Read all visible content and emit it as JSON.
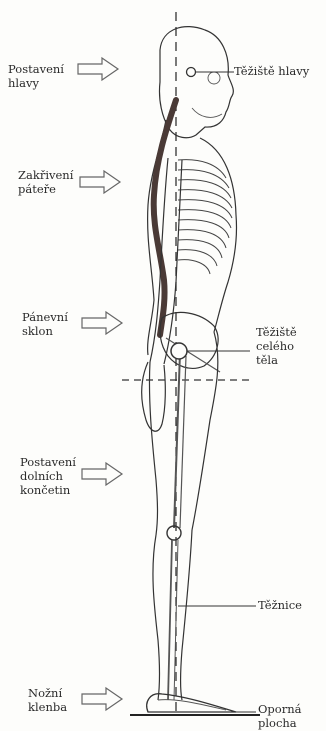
{
  "labels": {
    "left": {
      "postaveni_hlavy": [
        "Postavení",
        "hlavy"
      ],
      "zakriveni_patere": [
        "Zakřivení",
        "páteře"
      ],
      "panevni_sklon": [
        "Pánevní",
        "sklon"
      ],
      "postaveni_koncetin": [
        "Postavení",
        "dolních",
        "končetin"
      ],
      "nozni_klenba": [
        "Nožní",
        "klenba"
      ]
    },
    "right": {
      "teziste_hlavy": "Těžiště hlavy",
      "teziste_tela": [
        "Těžiště",
        "celého",
        "těla"
      ],
      "teznice": "Těžnice",
      "oporna_plocha": [
        "Oporná",
        "plocha"
      ]
    }
  },
  "icons": {
    "arrow": "right-block-arrow",
    "center_of_gravity": "circle-marker"
  },
  "colors": {
    "line": "#333333",
    "spine": "#4a3a36",
    "background": "#fdfdfb"
  }
}
